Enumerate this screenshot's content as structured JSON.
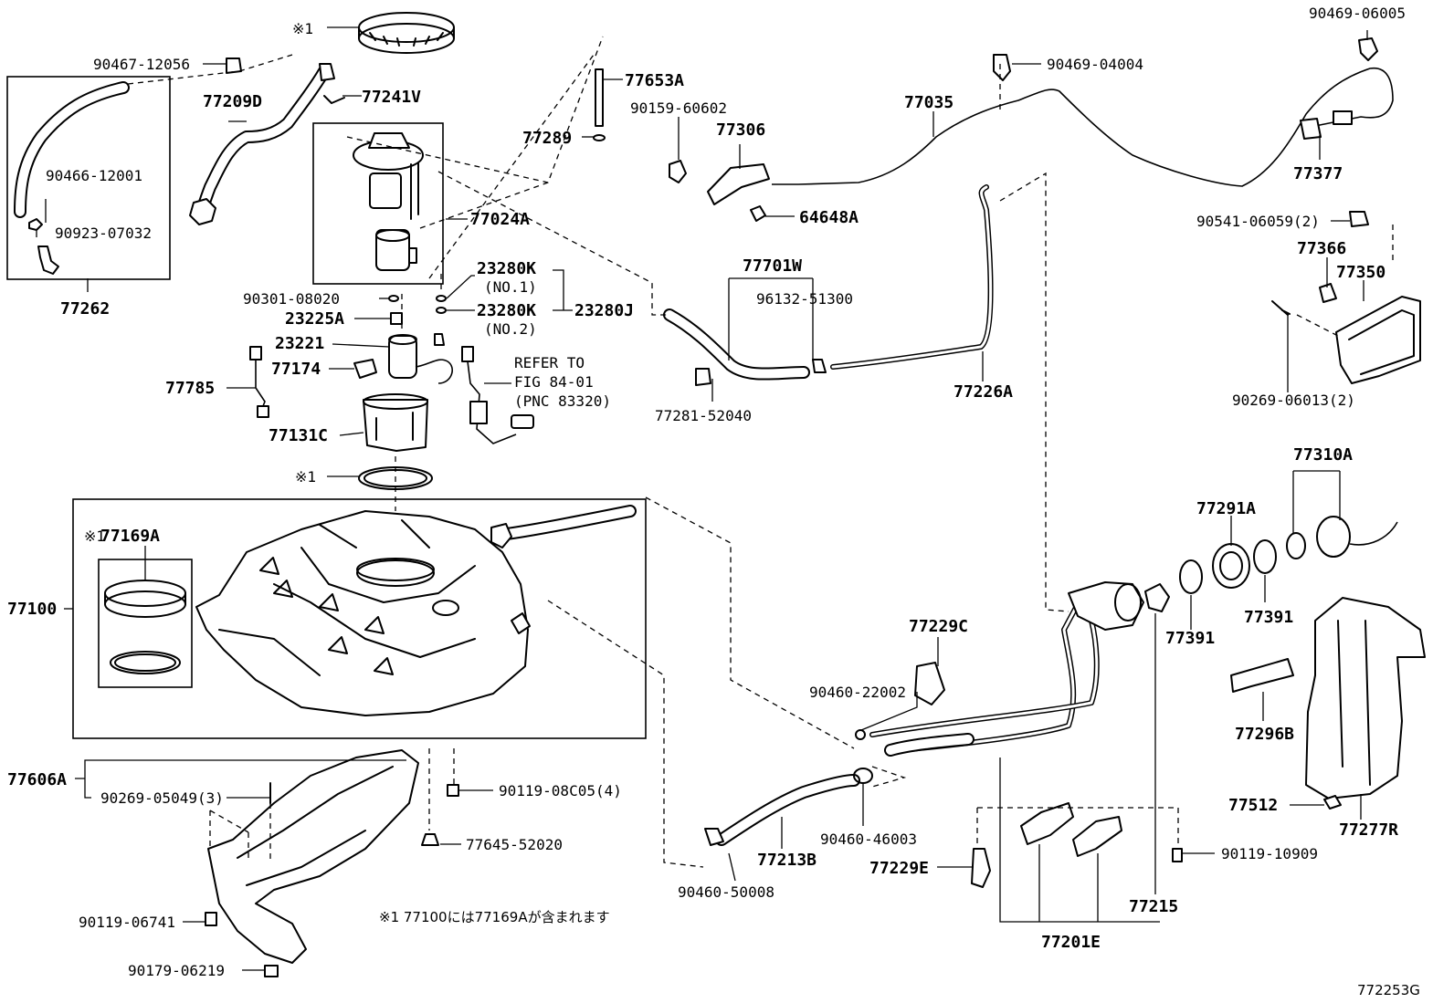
{
  "labels": {
    "p90467": "90467-12056",
    "p77209D": "77209D",
    "p90466": "90466-12001",
    "p90923": "90923-07032",
    "p77262": "77262",
    "ring_mark_top": "※1",
    "p77241V": "77241V",
    "p77653A": "77653A",
    "p77289": "77289",
    "p77024A": "77024A",
    "p90301": "90301-08020",
    "p23280K_1": "23280K",
    "no1": "(NO.1)",
    "p23280K_2": "23280K",
    "no2": "(NO.2)",
    "p23280J": "23280J",
    "p23225A": "23225A",
    "p23221": "23221",
    "p77174": "77174",
    "p77785": "77785",
    "refer1": "REFER TO",
    "refer2": "FIG 84-01",
    "refer3": "(PNC 83320)",
    "p77131C": "77131C",
    "ring_mark_bottom": "※1",
    "p77169A_mark": "※1",
    "p77169A": "77169A",
    "p77100": "77100",
    "p77606A": "77606A",
    "p90269_05049": "90269-05049(3)",
    "p90119_08C05": "90119-08C05(4)",
    "p77645": "77645-52020",
    "p90119_06741": "90119-06741",
    "p90179": "90179-06219",
    "note_jp": "※1 77100には77169Aが含まれます",
    "p90159": "90159-60602",
    "p77306": "77306",
    "p64648A": "64648A",
    "p77035": "77035",
    "p90469_04004": "90469-04004",
    "p90469_06005": "90469-06005",
    "p77377": "77377",
    "p90541": "90541-06059(2)",
    "p77366": "77366",
    "p77350": "77350",
    "p90269_06013": "90269-06013(2)",
    "p77701W": "77701W",
    "p96132": "96132-51300",
    "p77281": "77281-52040",
    "p77226A": "77226A",
    "p77310A": "77310A",
    "p77291A": "77291A",
    "p77391_a": "77391",
    "p77391_b": "77391",
    "p77229C": "77229C",
    "p90460_22002": "90460-22002",
    "p90460_46003": "90460-46003",
    "p77213B": "77213B",
    "p90460_50008": "90460-50008",
    "p77229E": "77229E",
    "p77215": "77215",
    "p77201E": "77201E",
    "p77296B": "77296B",
    "p77512": "77512",
    "p77277R": "77277R",
    "p90119_10909": "90119-10909",
    "fig_id": "772253G"
  }
}
